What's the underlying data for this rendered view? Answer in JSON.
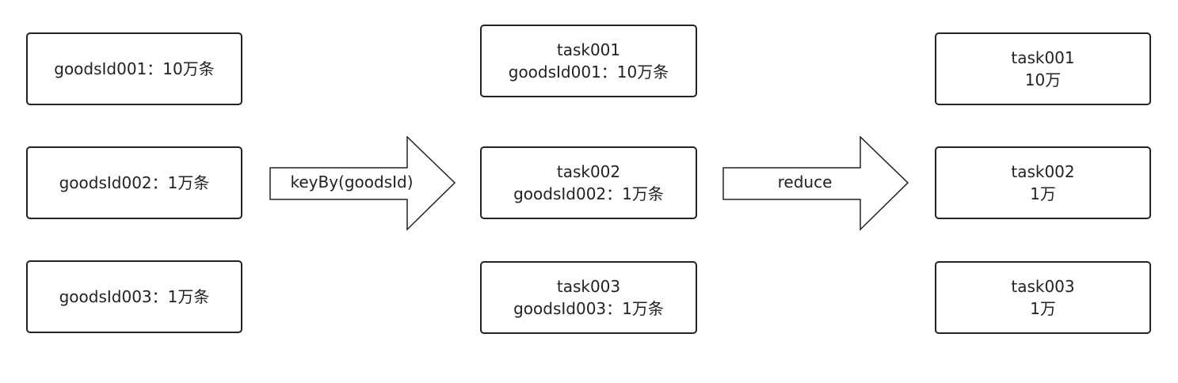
{
  "source_records": [
    {
      "label": "goodsId001：10万条"
    },
    {
      "label": "goodsId002：1万条"
    },
    {
      "label": "goodsId003：1万条"
    }
  ],
  "keyby_arrow": {
    "label": "keyBy(goodsId)"
  },
  "tasks_after_keyby": [
    {
      "task": "task001",
      "content": "goodsId001：10万条"
    },
    {
      "task": "task002",
      "content": "goodsId002：1万条"
    },
    {
      "task": "task003",
      "content": "goodsId003：1万条"
    }
  ],
  "reduce_arrow": {
    "label": "reduce"
  },
  "tasks_after_reduce": [
    {
      "task": "task001",
      "result": "10万"
    },
    {
      "task": "task002",
      "result": "1万"
    },
    {
      "task": "task003",
      "result": "1万"
    }
  ],
  "colors": {
    "stroke": "#222222",
    "fill": "#ffffff"
  }
}
